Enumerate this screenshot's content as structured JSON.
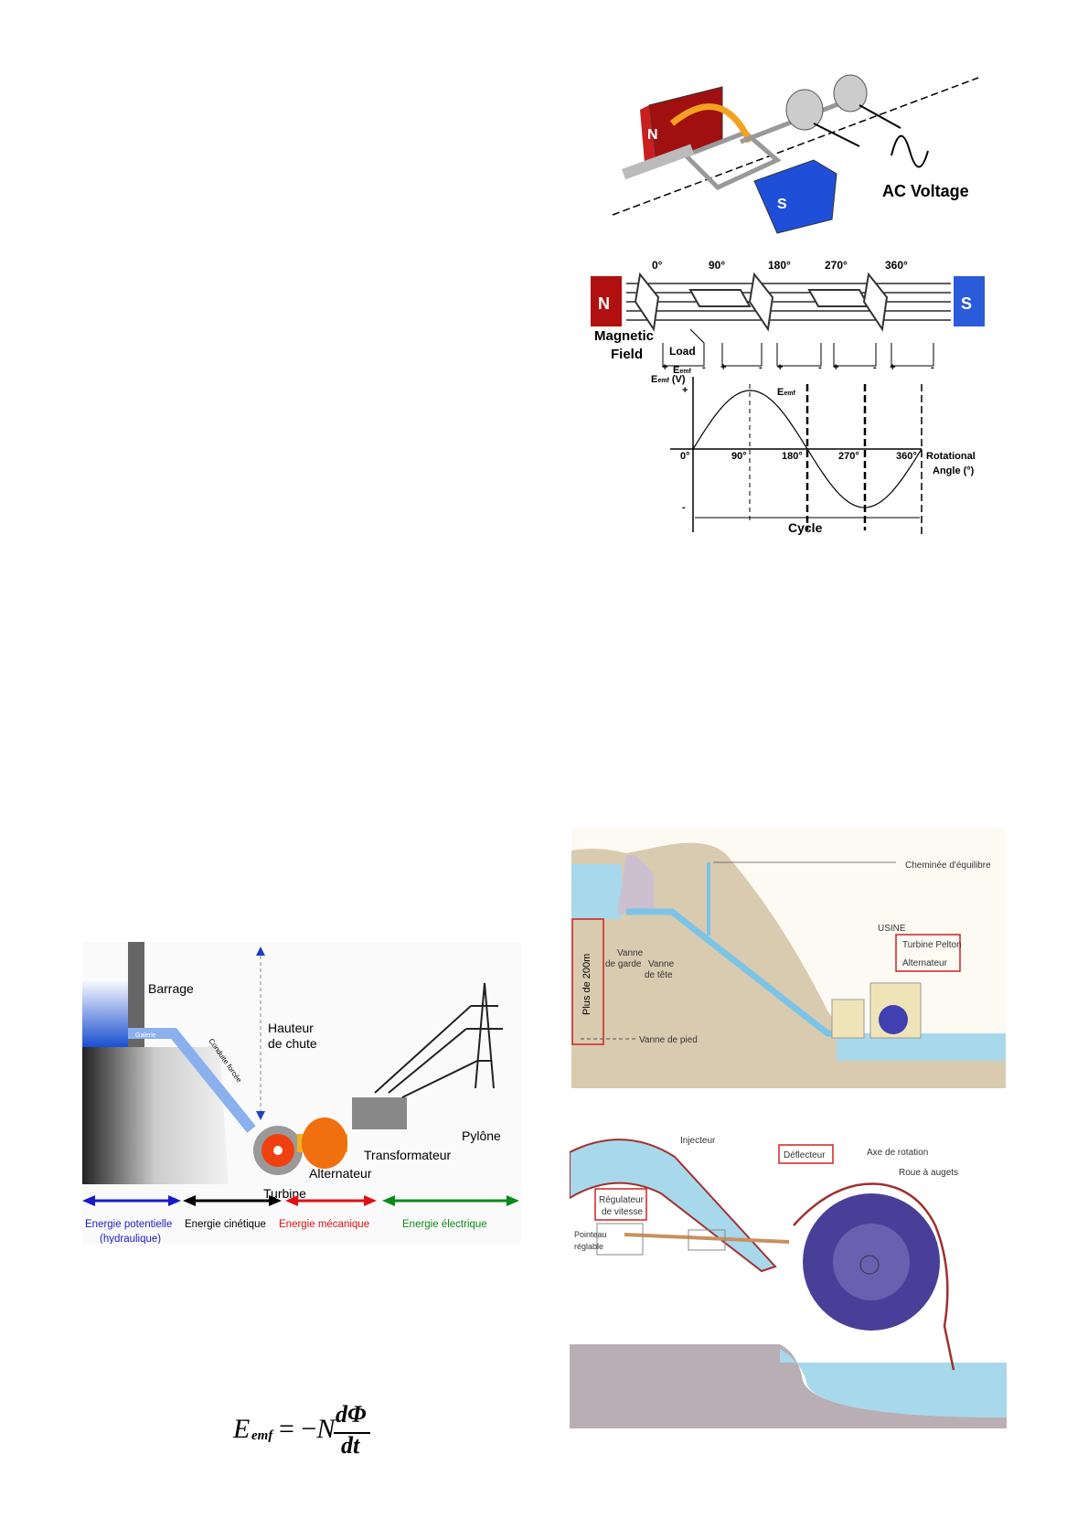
{
  "generator_figure": {
    "north_label": "N",
    "south_label": "S",
    "ac_voltage_label": "AC Voltage",
    "angles": [
      "0°",
      "90°",
      "180°",
      "270°",
      "360°"
    ],
    "magnetic_field_label": [
      "Magnetic",
      "Field"
    ],
    "load_label": "Load",
    "emf_small_label": "E",
    "emf_small_sub": "emf",
    "plus": "+",
    "minus": "-",
    "graph": {
      "y_label": "E",
      "y_label_sub": "emf",
      "y_label_unit": " (V)",
      "curve_label": "E",
      "curve_label_sub": "emf",
      "x_ticks": [
        "0°",
        "90°",
        "180°",
        "270°",
        "360°"
      ],
      "x_label": [
        "Rotational",
        "Angle (°)"
      ],
      "y_plus": "+",
      "y_minus": "-",
      "cycle_label": "Cycle"
    },
    "colors": {
      "north": "#b01010",
      "south": "#2a5bd8",
      "arrow": "#f5a020"
    }
  },
  "dam_figure": {
    "barrage": "Barrage",
    "hauteur": [
      "Hauteur",
      "de chute"
    ],
    "galerie": "Galerie",
    "conduite": "Conduite forcée",
    "turbine": "Turbine",
    "alternateur": "Alternateur",
    "transformateur": "Transformateur",
    "pylone": "Pylône",
    "energies": [
      {
        "label": "Energie potentielle",
        "label2": "(hydraulique)",
        "color": "#1a1acc"
      },
      {
        "label": "Energie cinétique",
        "color": "#000000"
      },
      {
        "label": "Energie mécanique",
        "color": "#e01010"
      },
      {
        "label": "Energie électrique",
        "color": "#0a8a1a"
      }
    ]
  },
  "plant_figure": {
    "cheminee": "Cheminée d'équilibre",
    "usine": "USINE",
    "turbine_pelton": "Turbine Pelton",
    "alternateur": "Alternateur",
    "vanne_garde": [
      "Vanne",
      "de garde"
    ],
    "vanne_tete": [
      "Vanne",
      "de tête"
    ],
    "plus_200m": "Plus de 200m",
    "vanne_pied": "Vanne de pied"
  },
  "pelton_figure": {
    "injecteur": "Injecteur",
    "deflecteur": "Déflecteur",
    "axe_rotation": "Axe de rotation",
    "roue_augets": "Roue à augets",
    "pointeau": [
      "Pointeau",
      "réglable"
    ],
    "regulateur": [
      "Régulateur",
      "de vitesse"
    ]
  },
  "equation": {
    "E": "E",
    "sub": "emf",
    "rhs": "= −",
    "N": "N",
    "numerator": "dΦ",
    "denominator": "dt"
  }
}
